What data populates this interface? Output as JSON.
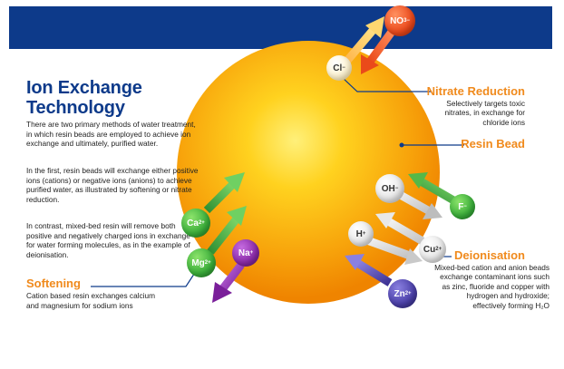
{
  "title": "Ion Exchange Technology",
  "paragraphs": [
    "There are two primary methods of water treatment, in which resin beads are employed to achieve ion exchange and ultimately, purified water.",
    "In the first, resin beads will exchange either positive ions (cations) or negative ions (anions) to achieve purified water, as illustrated by softening or nitrate reduction.",
    "In contrast, mixed-bed resin will remove both positive and negatively charged ions in exchange for water forming molecules, as in the example of deionisation."
  ],
  "softening": {
    "title": "Softening",
    "text": "Cation based resin exchanges calcium and magnesium for sodium ions"
  },
  "nitrate_reduction": {
    "title": "Nitrate Reduction",
    "text": "Selectively targets toxic nitrates, in exchange for chloride ions"
  },
  "resin_bead": {
    "title": "Resin Bead"
  },
  "deionisation": {
    "title": "Deionisation",
    "text": "Mixed-bed cation and anion beads exchange contaminant ions such as zinc, fluoride and copper with hydrogen and hydroxide; effectively forming H₂O"
  },
  "ions": {
    "cl": {
      "base": "Cl",
      "charge": "−"
    },
    "no3": {
      "base": "NO",
      "sub": "3",
      "charge": "−"
    },
    "ca": {
      "base": "Ca",
      "charge": "2+"
    },
    "mg": {
      "base": "Mg",
      "charge": "2+"
    },
    "na": {
      "base": "Na",
      "charge": "+"
    },
    "oh": {
      "base": "OH",
      "charge": "−"
    },
    "f": {
      "base": "F",
      "charge": "−"
    },
    "h": {
      "base": "H",
      "charge": "+"
    },
    "cu": {
      "base": "Cu",
      "charge": "2+"
    },
    "zn": {
      "base": "Zn",
      "charge": "2+"
    }
  },
  "colors": {
    "navy": "#0d3a8a",
    "orange": "#f08a1c",
    "bead_center": "#ffd21f",
    "bead_edge": "#f08a00"
  }
}
